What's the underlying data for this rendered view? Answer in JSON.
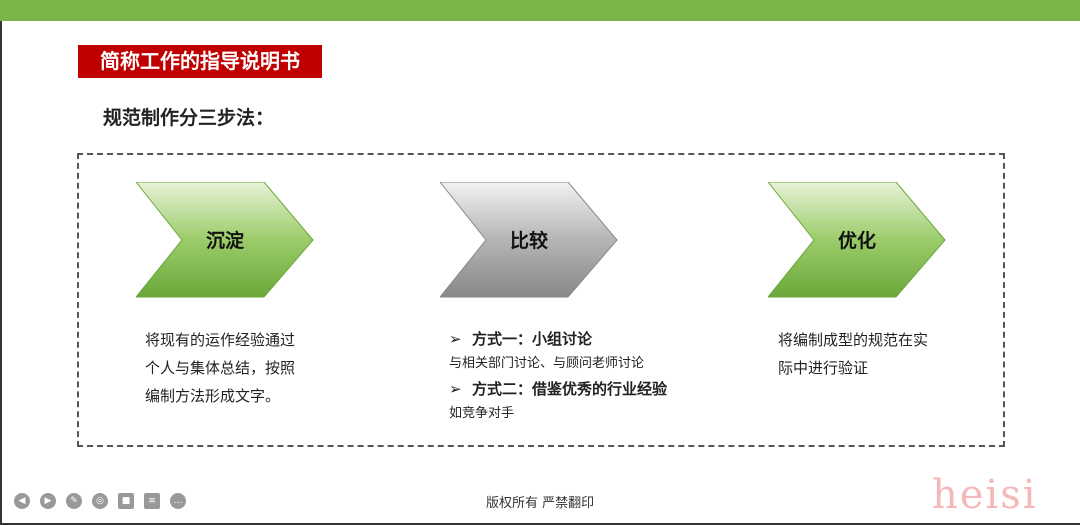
{
  "title": "简称工作的指导说明书",
  "subtitle": "规范制作分三步法：",
  "steps": [
    {
      "label": "沉淀",
      "color": "#7ab648",
      "text": [
        "将现有的运作经验通过",
        "个人与集体总结，按照",
        "编制方法形成文字。"
      ]
    },
    {
      "label": "比较",
      "color": "#999999",
      "methods": [
        {
          "title": "方式一：小组讨论",
          "detail": "与相关部门讨论、与顾问老师讨论"
        },
        {
          "title": "方式二：借鉴优秀的行业经验",
          "detail": "如竞争对手"
        }
      ]
    },
    {
      "label": "优化",
      "color": "#7ab648",
      "text": [
        "将编制成型的规范在实",
        "际中进行验证"
      ]
    }
  ],
  "bullet": "➢",
  "footer": "版权所有  严禁翻印",
  "watermark": "heisi",
  "toolbar": [
    "prev-icon",
    "next-icon",
    "pen-icon",
    "screenshot-icon",
    "camera-icon",
    "comment-icon",
    "more-icon"
  ]
}
